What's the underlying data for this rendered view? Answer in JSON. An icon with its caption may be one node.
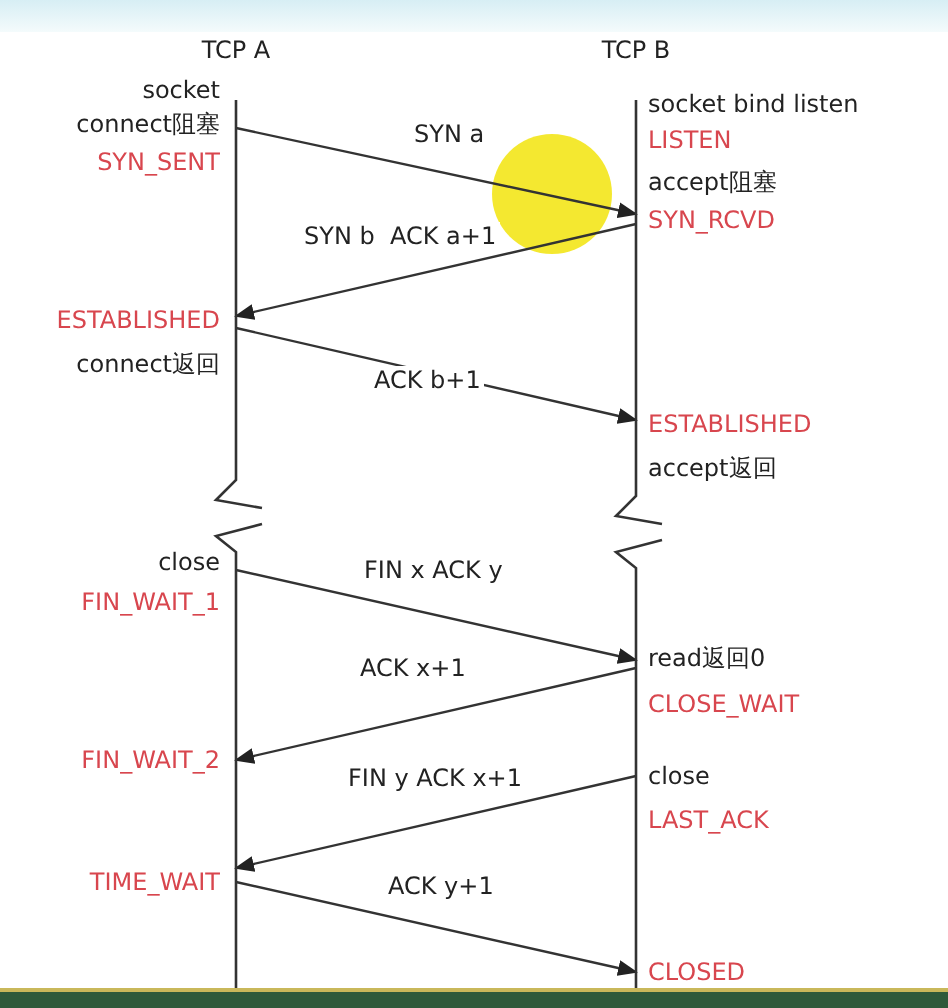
{
  "diagram": {
    "nodes": [
      {
        "text": [
          "TCP A"
        ]
      },
      {
        "text": [
          "TCP B"
        ]
      }
    ],
    "edges": [
      {
        "from": 0,
        "to": 1,
        "arrow": "to",
        "label": "SYN a"
      },
      {
        "from": 1,
        "to": 0,
        "arrow": "to",
        "label": "SYN b  ACK a+1"
      },
      {
        "from": 0,
        "to": 1,
        "arrow": "to",
        "label": "ACK b+1"
      },
      {
        "from": 0,
        "to": 1,
        "arrow": "to",
        "label": "FIN x ACK y"
      },
      {
        "from": 1,
        "to": 0,
        "arrow": "to",
        "label": "ACK x+1"
      },
      {
        "from": 1,
        "to": 0,
        "arrow": "to",
        "label": "FIN y ACK x+1"
      },
      {
        "from": 0,
        "to": 1,
        "arrow": "to",
        "label": "ACK y+1"
      }
    ],
    "labels": [
      "socket",
      "socket bind listen",
      "connect阻塞",
      "LISTEN",
      "SYN_SENT",
      "accept阻塞",
      "SYN_RCVD",
      "ESTABLISHED",
      "connect返回",
      "ESTABLISHED",
      "accept返回",
      "close",
      "FIN_WAIT_1",
      "read返回0",
      "CLOSE_WAIT",
      "FIN_WAIT_2",
      "close",
      "LAST_ACK",
      "TIME_WAIT",
      "CLOSED"
    ]
  }
}
